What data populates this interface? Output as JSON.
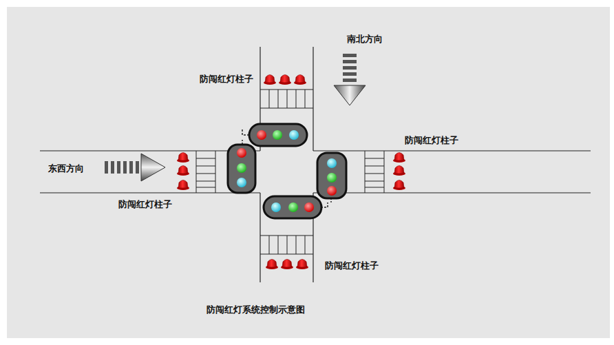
{
  "diagram": {
    "caption": "防闯红灯系统控制示意图",
    "labels": [
      "南北方向",
      "防闯红灯柱子",
      "防闯红灯柱子",
      "东西方向",
      "防闯红灯柱子",
      "防闯红灯柱子"
    ]
  }
}
